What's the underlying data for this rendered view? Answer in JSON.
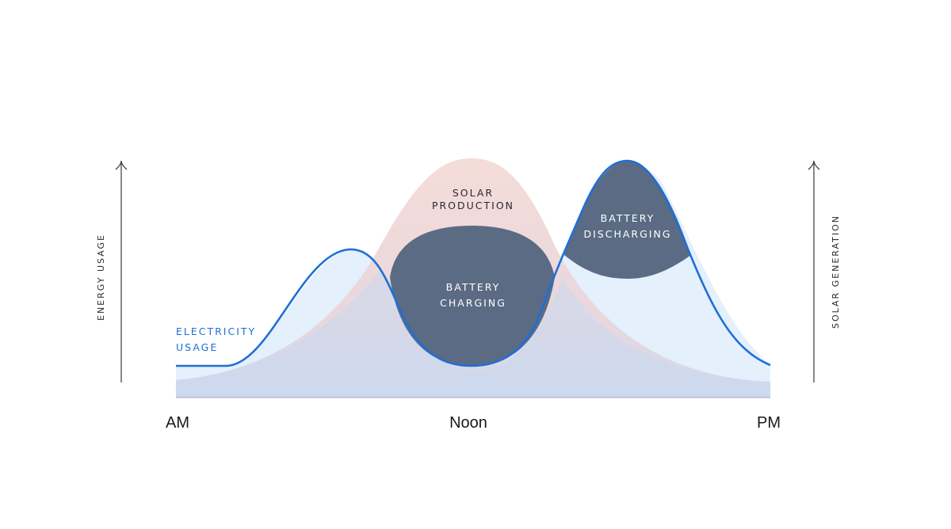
{
  "labels": {
    "solar_production": [
      "SOLAR",
      "PRODUCTION"
    ],
    "battery_charging": [
      "BATTERY",
      "CHARGING"
    ],
    "battery_discharging": [
      "BATTERY",
      "DISCHARGING"
    ],
    "electricity_usage": [
      "ELECTRICITY",
      "USAGE"
    ],
    "left_axis": "ENERGY USAGE",
    "right_axis": "SOLAR GENERATION",
    "time_am": "AM",
    "time_noon": "Noon",
    "time_pm": "PM"
  },
  "colors": {
    "usage_line": "#1f6fd6",
    "usage_fill": "#e3effc",
    "solar_fill": "#f2dcd9",
    "base_fill": "#c8d9f0",
    "battery_fill": "#5b6b84",
    "usage_label": "#1f6fd6",
    "battery_label": "#ffffff",
    "solar_label": "#2a2a2a",
    "axis": "#3a3a3a"
  }
}
